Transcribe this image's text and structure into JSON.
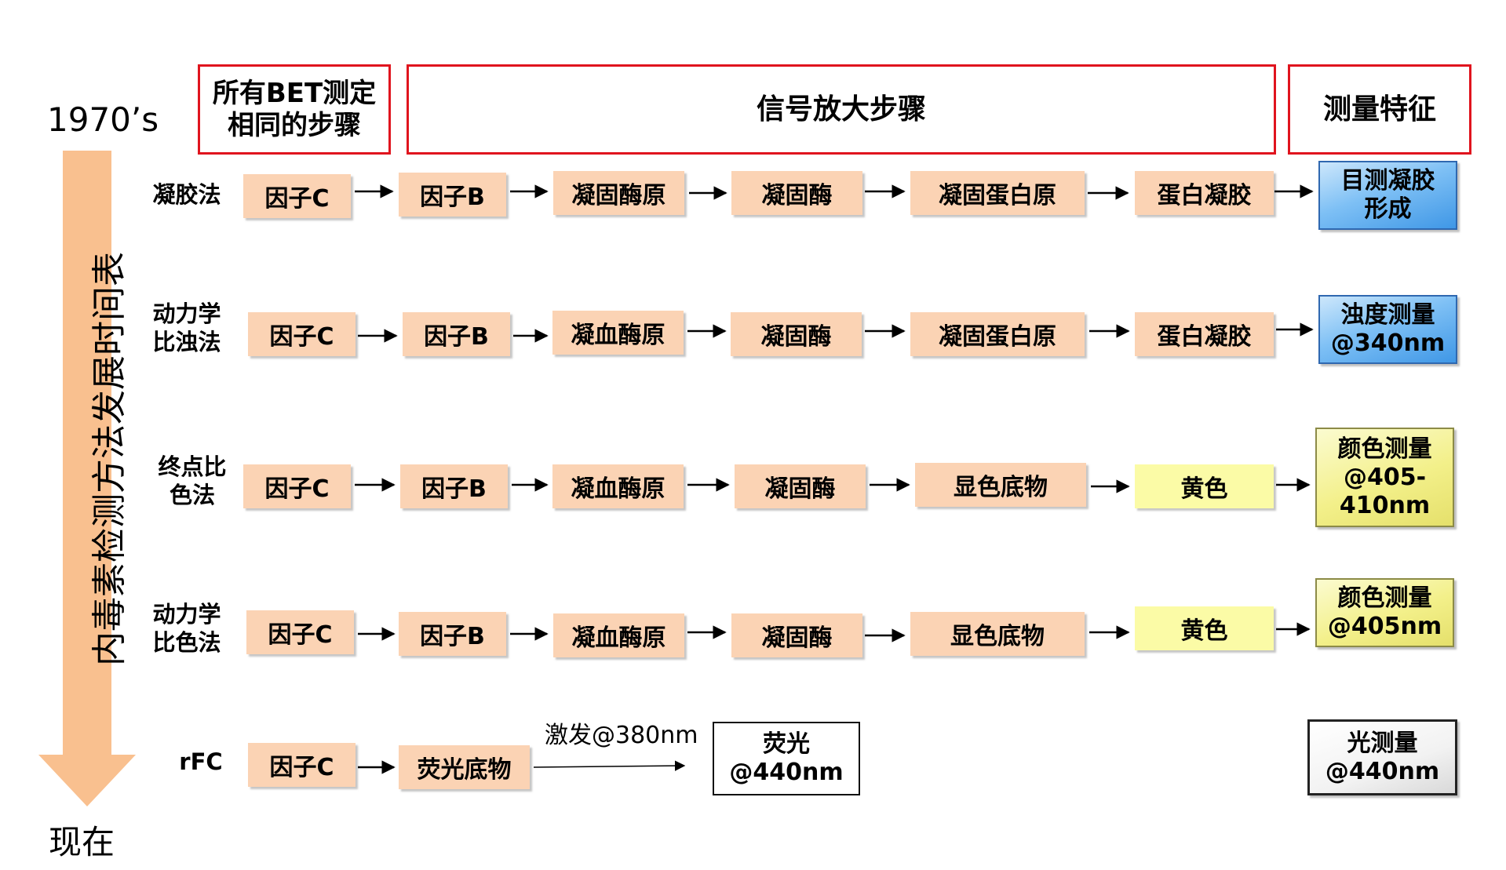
{
  "timeline": {
    "start": "1970’s",
    "end": "现在",
    "title": "内毒素检测方法发展时间表"
  },
  "headers": {
    "common_steps": "所有BET测定\n相同的步骤",
    "amplification": "信号放大步骤",
    "measurement": "测量特征"
  },
  "rows": [
    {
      "method": "凝胶法",
      "stages": [
        "因子C",
        "因子B",
        "凝固酶原",
        "凝固酶",
        "凝固蛋白原",
        "蛋白凝胶"
      ],
      "measurement": "目测凝胶\n形成"
    },
    {
      "method": "动力学\n比浊法",
      "stages": [
        "因子C",
        "因子B",
        "凝血酶原",
        "凝固酶",
        "凝固蛋白原",
        "蛋白凝胶"
      ],
      "measurement": "浊度测量\n@340nm"
    },
    {
      "method": "终点比\n色法",
      "stages": [
        "因子C",
        "因子B",
        "凝血酶原",
        "凝固酶",
        "显色底物",
        "黄色"
      ],
      "measurement": "颜色测量\n@405-\n410nm"
    },
    {
      "method": "动力学\n比色法",
      "stages": [
        "因子C",
        "因子B",
        "凝血酶原",
        "凝固酶",
        "显色底物",
        "黄色"
      ],
      "measurement": "颜色测量\n@405nm"
    },
    {
      "method": "rFC",
      "stages": [
        "因子C",
        "荧光底物"
      ],
      "excitation": "激发@380nm",
      "emission": "荧光\n@440nm",
      "measurement": "光测量\n@440nm"
    }
  ],
  "colors": {
    "header_border": "#e0141e",
    "stage_fill": "#fbd3b4",
    "stage_yellow": "#fbfba6",
    "timeline_arrow": "#f9c08f",
    "measure_blue": "#5aaaf0",
    "measure_yellow": "#f3f08a"
  }
}
